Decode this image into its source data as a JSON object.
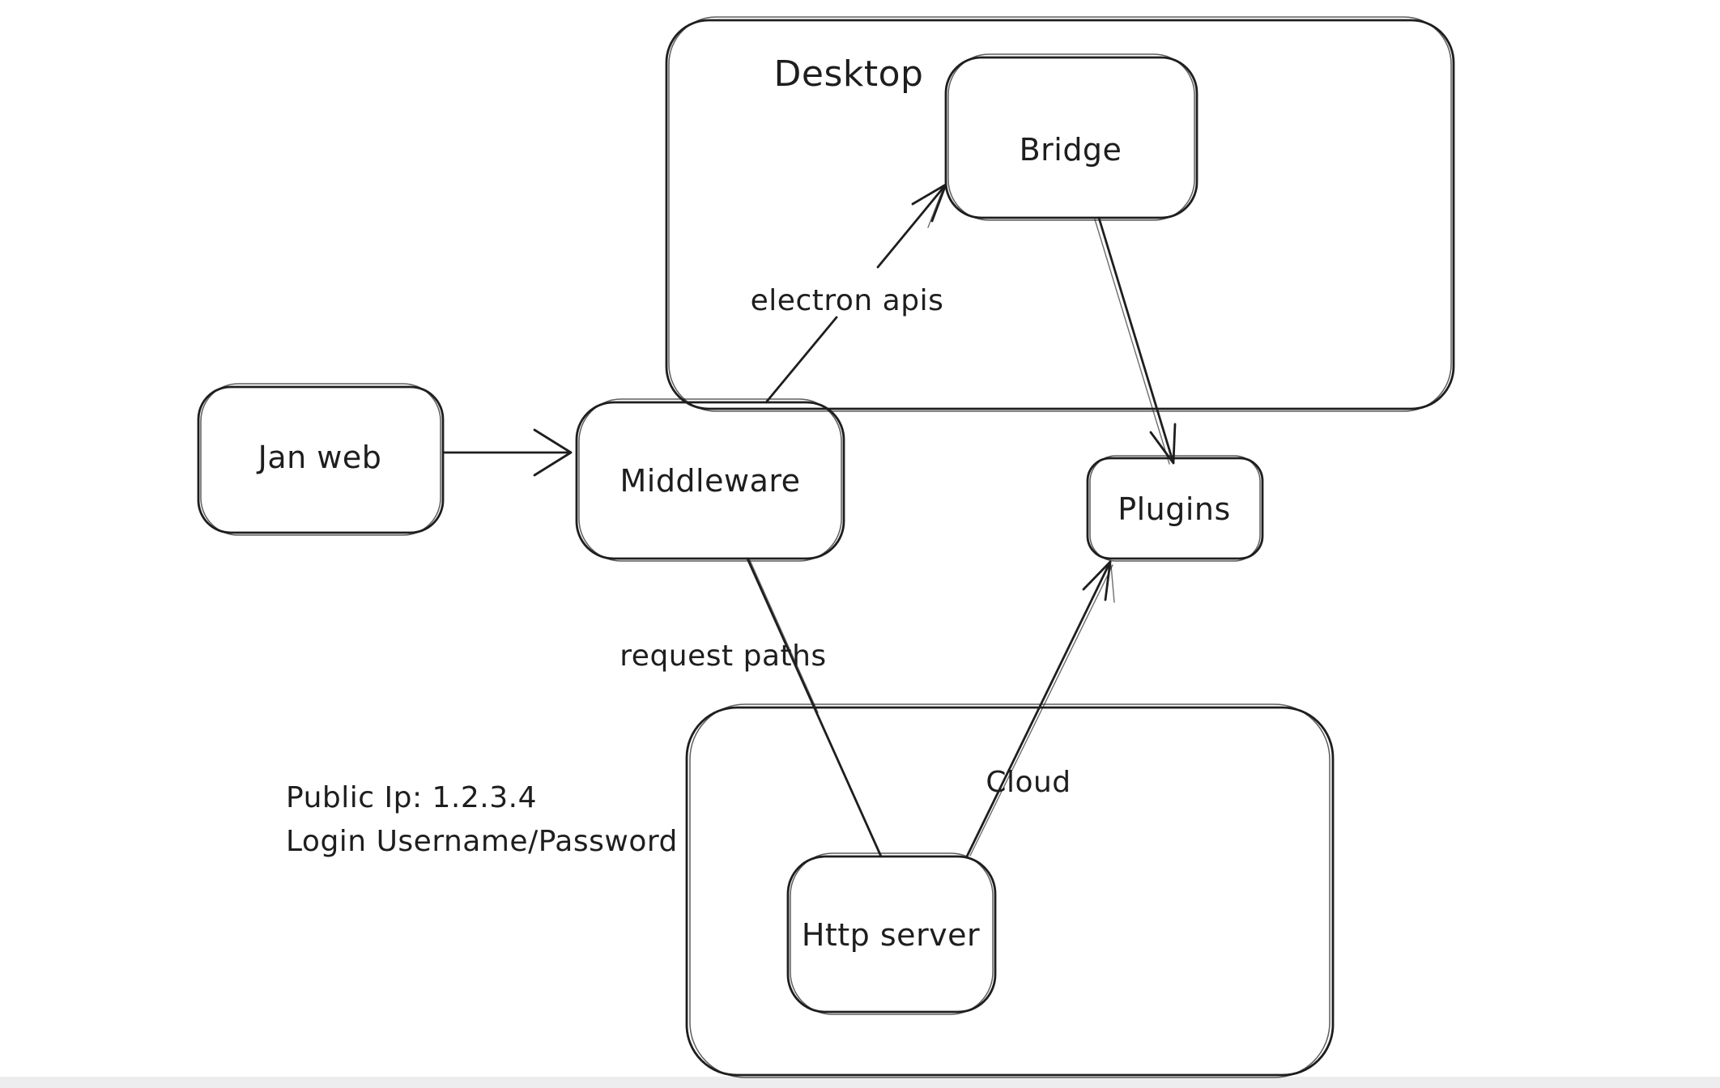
{
  "canvas": {
    "background": "#ffffff",
    "stroke": "#1e1e1e",
    "bottom_strip": "#ededf0"
  },
  "containers": [
    {
      "id": "desktop",
      "label": "Desktop"
    },
    {
      "id": "cloud",
      "label": "Cloud"
    }
  ],
  "nodes": [
    {
      "id": "jan-web",
      "label": "Jan web",
      "container": null
    },
    {
      "id": "middleware",
      "label": "Middleware",
      "container": null
    },
    {
      "id": "bridge",
      "label": "Bridge",
      "container": "desktop"
    },
    {
      "id": "plugins",
      "label": "Plugins",
      "container": null
    },
    {
      "id": "http-server",
      "label": "Http server",
      "container": "cloud"
    }
  ],
  "edges": [
    {
      "id": "jan-web-to-middleware",
      "from": "jan-web",
      "to": "middleware",
      "label": "",
      "directed": true
    },
    {
      "id": "middleware-to-bridge",
      "from": "middleware",
      "to": "bridge",
      "label": "electron apis",
      "directed": true
    },
    {
      "id": "bridge-to-plugins",
      "from": "bridge",
      "to": "plugins",
      "label": "",
      "directed": true
    },
    {
      "id": "middleware-to-http-server",
      "from": "middleware",
      "to": "http-server",
      "label": "request paths",
      "directed": false
    },
    {
      "id": "http-server-to-plugins",
      "from": "http-server",
      "to": "plugins",
      "label": "",
      "directed": true
    }
  ],
  "annotations": [
    {
      "id": "public-ip",
      "text": "Public Ip: 1.2.3.4"
    },
    {
      "id": "login",
      "text": "Login Username/Password"
    }
  ]
}
